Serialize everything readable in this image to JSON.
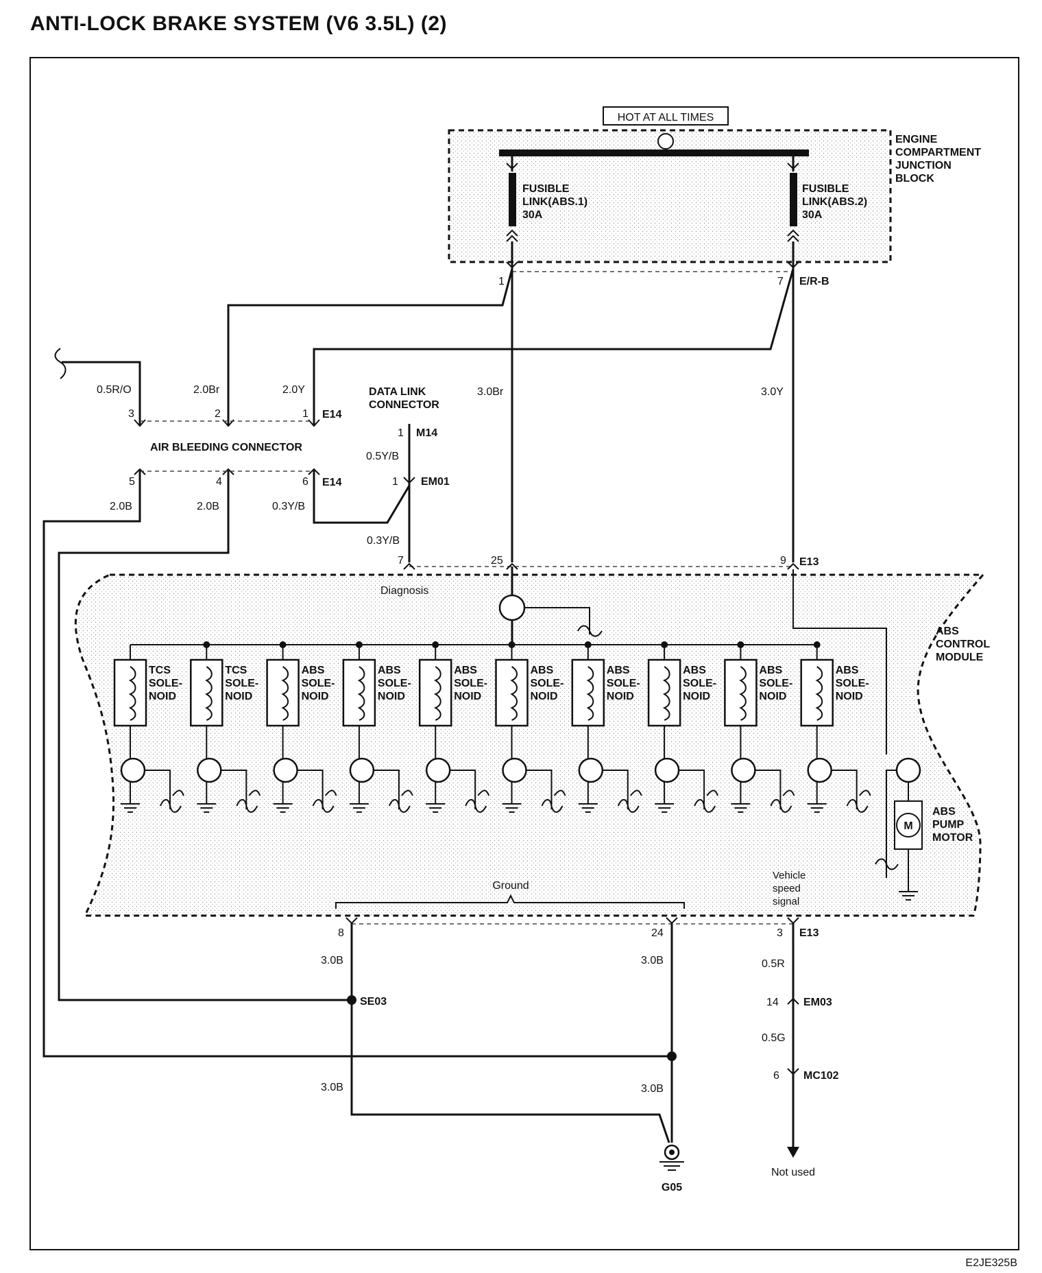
{
  "title": "ANTI-LOCK BRAKE SYSTEM (V6 3.5L) (2)",
  "diagram_code": "E2JE325B",
  "power": {
    "label": "HOT AT ALL TIMES"
  },
  "junction_block": {
    "label": [
      "ENGINE",
      "COMPARTMENT",
      "JUNCTION",
      "BLOCK"
    ],
    "fuse1": [
      "FUSIBLE",
      "LINK(ABS.1)",
      "30A"
    ],
    "fuse2": [
      "FUSIBLE",
      "LINK(ABS.2)",
      "30A"
    ],
    "pin1": "1",
    "pin7": "7",
    "pin7_connector": "E/R-B"
  },
  "wires": {
    "r_o": "0.5R/O",
    "br_2": "2.0Br",
    "y_2": "2.0Y",
    "br_3": "3.0Br",
    "y_3": "3.0Y",
    "yb_05": "0.5Y/B",
    "yb_03a": "0.3Y/B",
    "yb_03b": "0.3Y/B",
    "b_2a": "2.0B",
    "b_2b": "2.0B",
    "b_3a": "3.0B",
    "b_3b": "3.0B",
    "b_3c": "3.0B",
    "b_3d": "3.0B",
    "r_05": "0.5R",
    "g_05": "0.5G"
  },
  "air_bleeding": {
    "label": "AIR BLEEDING CONNECTOR",
    "pin3": "3",
    "pin2": "2",
    "pin1": "1",
    "pin5": "5",
    "pin4": "4",
    "pin6": "6",
    "conn_top": "E14",
    "conn_bottom": "E14"
  },
  "data_link": {
    "label": [
      "DATA LINK",
      "CONNECTOR"
    ],
    "pin": "1",
    "connector": "M14",
    "em01_pin": "1",
    "em01": "EM01"
  },
  "module": {
    "label": [
      "ABS",
      "CONTROL",
      "MODULE"
    ],
    "pin7": "7",
    "pin25": "25",
    "pin9": "9",
    "conn_top": "E13",
    "diagnosis": "Diagnosis",
    "ground": "Ground",
    "vss": [
      "Vehicle",
      "speed",
      "signal"
    ],
    "pump": [
      "ABS",
      "PUMP",
      "MOTOR"
    ],
    "motor_letter": "M",
    "pin8": "8",
    "pin24": "24",
    "pin3": "3",
    "conn_bottom": "E13",
    "solenoids": [
      [
        "TCS",
        "SOLE-",
        "NOID"
      ],
      [
        "TCS",
        "SOLE-",
        "NOID"
      ],
      [
        "ABS",
        "SOLE-",
        "NOID"
      ],
      [
        "ABS",
        "SOLE-",
        "NOID"
      ],
      [
        "ABS",
        "SOLE-",
        "NOID"
      ],
      [
        "ABS",
        "SOLE-",
        "NOID"
      ],
      [
        "ABS",
        "SOLE-",
        "NOID"
      ],
      [
        "ABS",
        "SOLE-",
        "NOID"
      ],
      [
        "ABS",
        "SOLE-",
        "NOID"
      ],
      [
        "ABS",
        "SOLE-",
        "NOID"
      ]
    ]
  },
  "ground_side": {
    "se03": "SE03",
    "g05": "G05",
    "em03_pin": "14",
    "em03": "EM03",
    "mc102_pin": "6",
    "mc102": "MC102",
    "not_used": "Not used"
  }
}
